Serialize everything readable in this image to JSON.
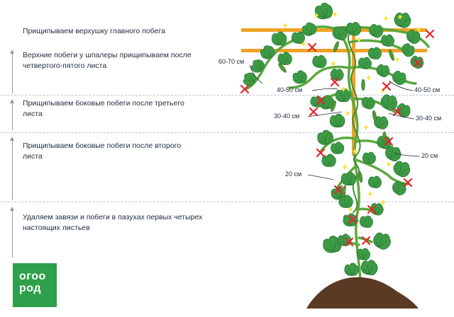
{
  "steps": [
    "Прищипываем верхушку главного побега",
    "Верхние побеги у шпалеры прищипываем после\nчетвертого-пятого листа",
    "Прищипываем боковые побеги после третьего\nлиста",
    "Прищипываем боковые побеги после второго\nлиста",
    "Удаляем завязи и побеги в пазухах первых четырех\nнастоящих листьев"
  ],
  "measurements": {
    "left_top": "60-70 см",
    "left_upper": "40-50 см",
    "right_upper": "40-50 см",
    "left_middle": "30-40 см",
    "right_middle": "30-40 см",
    "right_lower": "20 см",
    "left_lower": "20 см"
  },
  "logo": {
    "line1": "огоо",
    "line2": "род"
  },
  "colors": {
    "leaf": "#3d9a45",
    "leaf_dark": "#22722e",
    "stem": "#5aa83c",
    "trellis": "#f0a224",
    "flower": "#f6e33a",
    "mark": "#e3272d",
    "soil": "#5b3a23",
    "logo_bg": "#2e9f4a"
  }
}
